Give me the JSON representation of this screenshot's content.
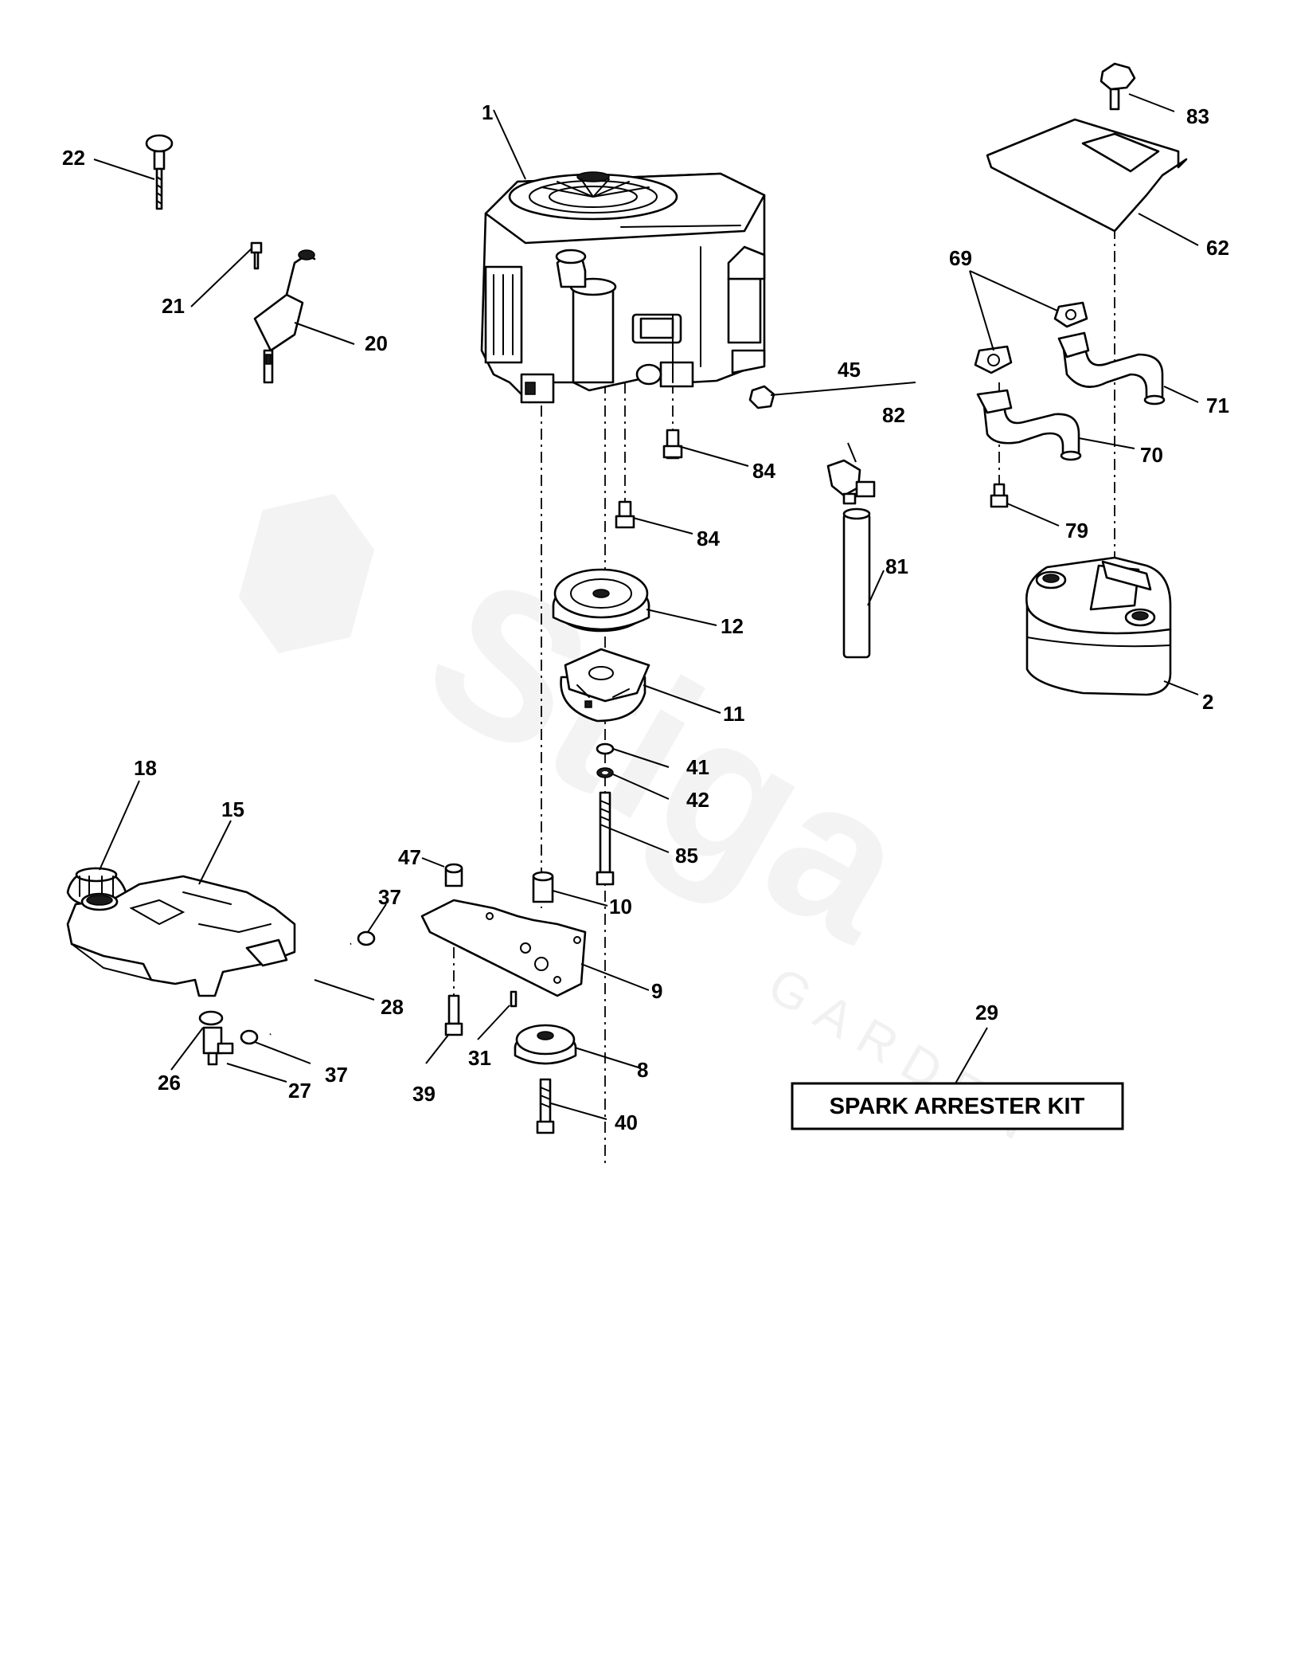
{
  "watermark": {
    "brand": "Stiga",
    "sub": "GARDEN"
  },
  "kit": {
    "label": "SPARK ARRESTER KIT",
    "callout": "29"
  },
  "callouts": {
    "c1": "1",
    "c2": "2",
    "c8": "8",
    "c9": "9",
    "c10": "10",
    "c11": "11",
    "c12": "12",
    "c15": "15",
    "c18": "18",
    "c20": "20",
    "c21": "21",
    "c22": "22",
    "c26": "26",
    "c27": "27",
    "c28": "28",
    "c31": "31",
    "c37a": "37",
    "c37b": "37",
    "c39": "39",
    "c40": "40",
    "c41": "41",
    "c42": "42",
    "c45": "45",
    "c47": "47",
    "c62": "62",
    "c69": "69",
    "c70": "70",
    "c71": "71",
    "c79": "79",
    "c81": "81",
    "c82": "82",
    "c83": "83",
    "c84a": "84",
    "c84b": "84",
    "c85": "85"
  }
}
